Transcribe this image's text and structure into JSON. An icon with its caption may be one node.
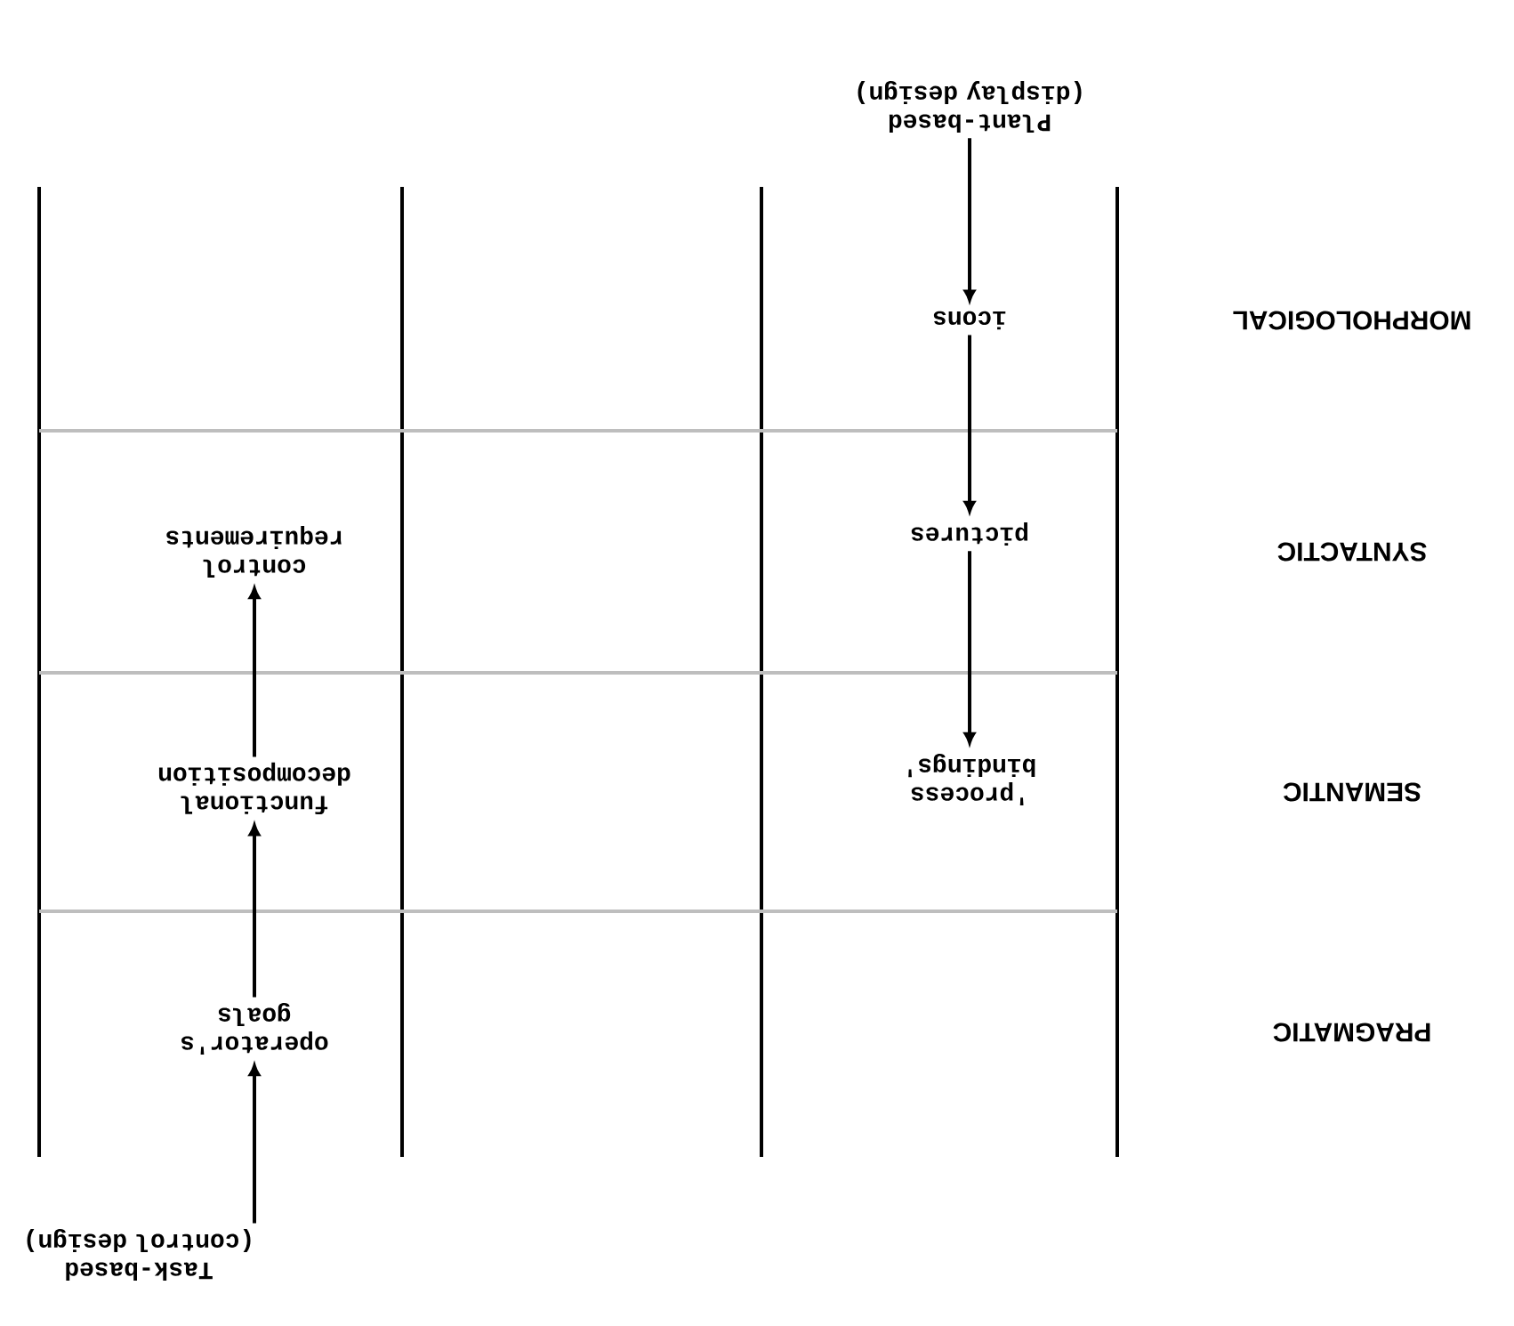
{
  "diagram": {
    "nodes": [
      {
        "text": [
          "Plant-based (display design)"
        ]
      },
      {
        "text": [
          "icons"
        ]
      },
      {
        "text": [
          "pictures"
        ]
      },
      {
        "text": [
          "'process bindings'"
        ]
      },
      {
        "text": [
          "Task-based (control design)"
        ]
      },
      {
        "text": [
          "operator's goals"
        ]
      },
      {
        "text": [
          "functional decomposition"
        ]
      },
      {
        "text": [
          "control requirements"
        ]
      }
    ],
    "edges": [
      {
        "from": 0,
        "to": 1,
        "arrow": "to"
      },
      {
        "from": 1,
        "to": 2,
        "arrow": "to"
      },
      {
        "from": 2,
        "to": 3,
        "arrow": "to"
      },
      {
        "from": 4,
        "to": 5,
        "arrow": "to"
      },
      {
        "from": 5,
        "to": 6,
        "arrow": "to"
      },
      {
        "from": 6,
        "to": 7,
        "arrow": "to"
      }
    ],
    "labels": [
      "MORPHOLOGICAL",
      "SYNTACTIC",
      "SEMANTIC",
      "PRAGMATIC"
    ]
  }
}
